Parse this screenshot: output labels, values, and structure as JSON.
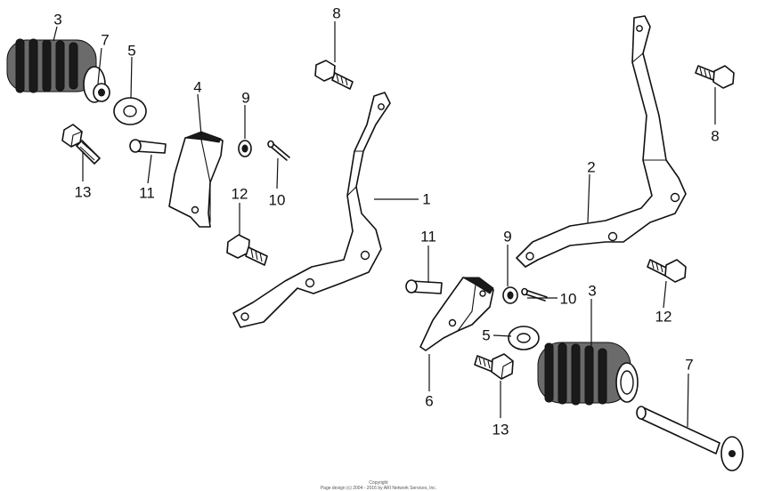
{
  "callouts": {
    "c3a": "3",
    "c7a": "7",
    "c5a": "5",
    "c8a": "8",
    "c4": "4",
    "c9a": "9",
    "c13a": "13",
    "c11a": "11",
    "c12a": "12",
    "c10a": "10",
    "c1": "1",
    "c2": "2",
    "c8b": "8",
    "c11b": "11",
    "c9b": "9",
    "c10b": "10",
    "c3b": "3",
    "c12b": "12",
    "c5b": "5",
    "c6": "6",
    "c7b": "7",
    "c13b": "13"
  },
  "footer": {
    "line1": "Copyright",
    "line2": "Page design (c) 2004 - 2016 by ARI Network Services, Inc."
  }
}
